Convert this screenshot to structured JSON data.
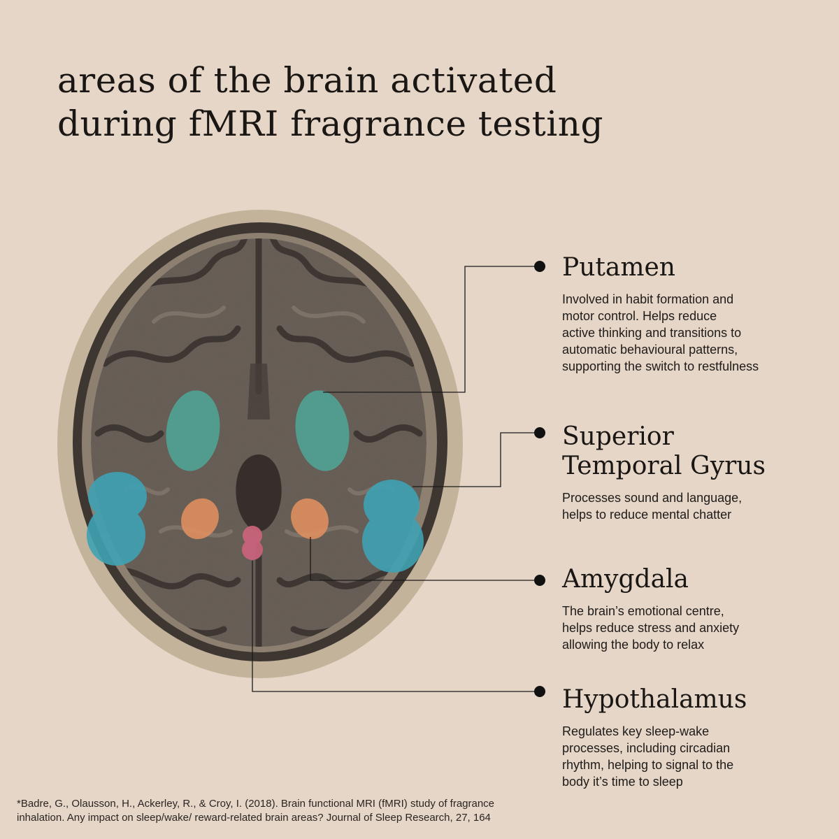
{
  "title": {
    "line1": "areas of the brain activated",
    "line2": "during fMRI fragrance testing"
  },
  "regions": [
    {
      "name_lines": [
        "Putamen"
      ],
      "desc_lines": [
        "Involved in habit formation and",
        "motor control. Helps reduce",
        "active thinking and transitions to",
        "automatic behavioural patterns,",
        "supporting the switch to restfulness"
      ],
      "color": "#4fa596"
    },
    {
      "name_lines": [
        "Superior",
        "Temporal Gyrus"
      ],
      "desc_lines": [
        "Processes sound and language,",
        "helps to reduce mental chatter"
      ],
      "color": "#3fa2b4"
    },
    {
      "name_lines": [
        "Amygdala"
      ],
      "desc_lines": [
        "The brain’s emotional centre,",
        "helps reduce stress and anxiety",
        "allowing the body to relax"
      ],
      "color": "#e0905e"
    },
    {
      "name_lines": [
        "Hypothalamus"
      ],
      "desc_lines": [
        "Regulates key sleep-wake",
        "processes, including circadian",
        "rhythm, helping to signal to the",
        "body it’s time to sleep"
      ],
      "color": "#c8637a"
    }
  ],
  "citation": {
    "line1": "*Badre, G., Olausson, H., Ackerley, R., & Croy, I. (2018). Brain functional MRI (fMRI) study of fragrance",
    "line2": "inhalation. Any impact on sleep/wake/ reward-related brain areas? Journal of Sleep Research, 27, 164"
  },
  "colors": {
    "background": "#e6d6c7",
    "skull": "#c4b49d",
    "brain": "#6e655d",
    "leader_line": "#1d1a18"
  }
}
